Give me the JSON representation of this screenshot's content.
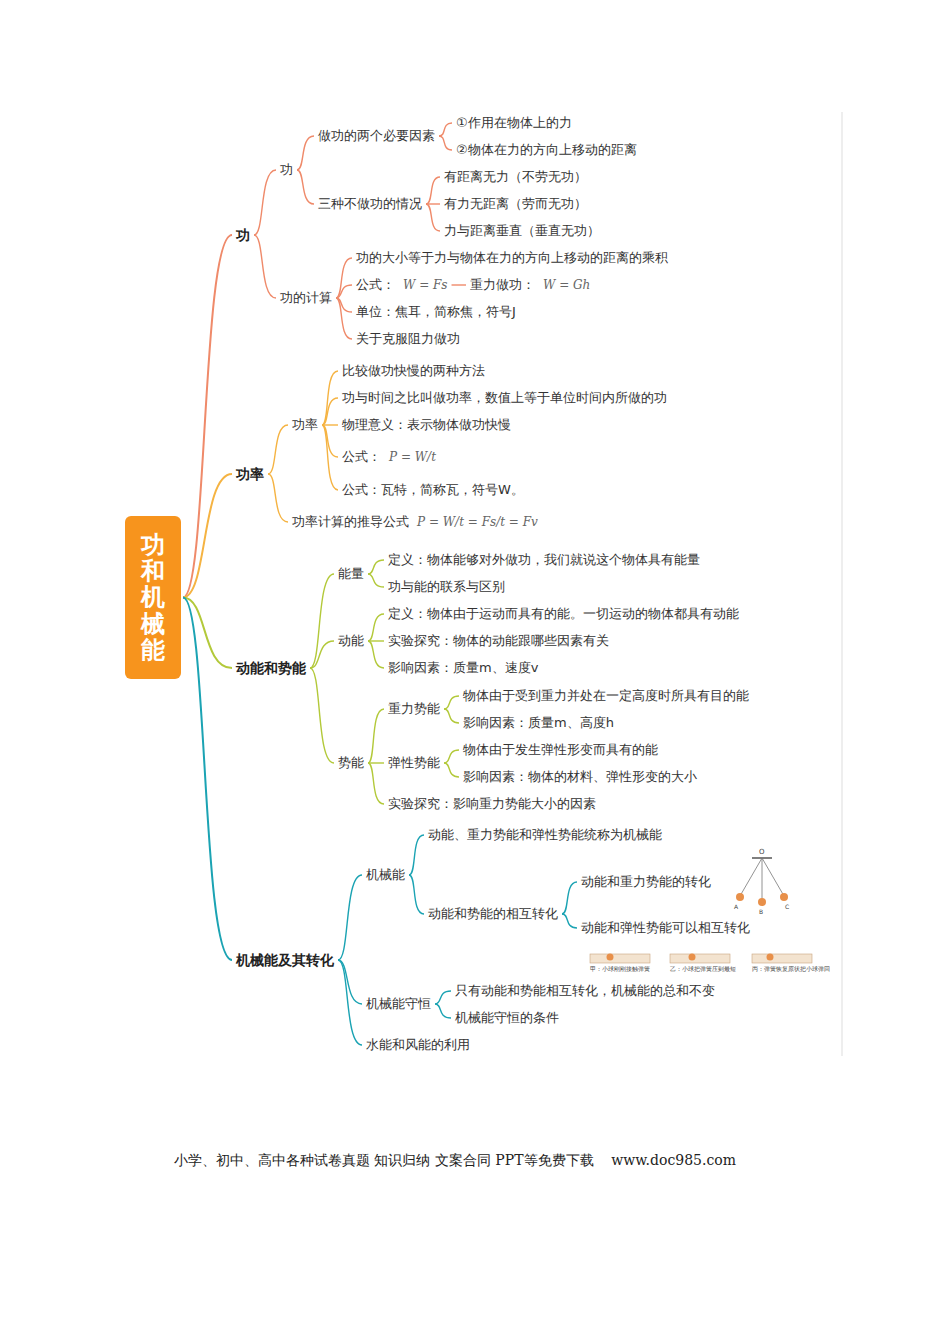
{
  "diagram": {
    "nodes": [
      {
        "text": [
          "功和机械能"
        ]
      },
      {
        "text": [
          "功"
        ]
      },
      {
        "text": [
          "功"
        ]
      },
      {
        "text": [
          "做功的两个必要因素"
        ]
      },
      {
        "text": [
          "①作用在物体上的力"
        ]
      },
      {
        "text": [
          "②物体在力的方向上移动的距离"
        ]
      },
      {
        "text": [
          "三种不做功的情况"
        ]
      },
      {
        "text": [
          "有距离无力（不劳无功）"
        ]
      },
      {
        "text": [
          "有力无距离（劳而无功）"
        ]
      },
      {
        "text": [
          "力与距离垂直（垂直无功）"
        ]
      },
      {
        "text": [
          "功的计算"
        ]
      },
      {
        "text": [
          "功的大小等于力与物体在力的方向上移动的距离的乘积"
        ]
      },
      {
        "text": [
          "公式：",
          "W = Fs"
        ]
      },
      {
        "text": [
          "重力做功：",
          "W = Gh"
        ]
      },
      {
        "text": [
          "单位：焦耳，简称焦，符号J"
        ]
      },
      {
        "text": [
          "关于克服阻力做功"
        ]
      },
      {
        "text": [
          "功率"
        ]
      },
      {
        "text": [
          "功率"
        ]
      },
      {
        "text": [
          "比较做功快慢的两种方法"
        ]
      },
      {
        "text": [
          "功与时间之比叫做功率，数值上等于单位时间内所做的功"
        ]
      },
      {
        "text": [
          "物理意义：表示物体做功快慢"
        ]
      },
      {
        "text": [
          "公式：",
          "P = W/t"
        ]
      },
      {
        "text": [
          "公式：瓦特，简称瓦，符号W。"
        ]
      },
      {
        "text": [
          "功率计算的推导公式",
          "P = W/t = Fs/t = Fv"
        ]
      },
      {
        "text": [
          "动能和势能"
        ]
      },
      {
        "text": [
          "能量"
        ]
      },
      {
        "text": [
          "定义：物体能够对外做功，我们就说这个物体具有能量"
        ]
      },
      {
        "text": [
          "功与能的联系与区别"
        ]
      },
      {
        "text": [
          "动能"
        ]
      },
      {
        "text": [
          "定义：物体由于运动而具有的能。一切运动的物体都具有动能"
        ]
      },
      {
        "text": [
          "实验探究：物体的动能跟哪些因素有关"
        ]
      },
      {
        "text": [
          "影响因素：质量m、速度v"
        ]
      },
      {
        "text": [
          "势能"
        ]
      },
      {
        "text": [
          "重力势能"
        ]
      },
      {
        "text": [
          "物体由于受到重力并处在一定高度时所具有目的能"
        ]
      },
      {
        "text": [
          "影响因素：质量m、高度h"
        ]
      },
      {
        "text": [
          "弹性势能"
        ]
      },
      {
        "text": [
          "物体由于发生弹性形变而具有的能"
        ]
      },
      {
        "text": [
          "影响因素：物体的材料、弹性形变的大小"
        ]
      },
      {
        "text": [
          "实验探究：影响重力势能大小的因素"
        ]
      },
      {
        "text": [
          "机械能及其转化"
        ]
      },
      {
        "text": [
          "机械能"
        ]
      },
      {
        "text": [
          "动能、重力势能和弹性势能统称为机械能"
        ]
      },
      {
        "text": [
          "动能和势能的相互转化"
        ]
      },
      {
        "text": [
          "动能和重力势能的转化"
        ]
      },
      {
        "text": [
          "动能和弹性势能可以相互转化"
        ]
      },
      {
        "text": [
          "机械能守恒"
        ]
      },
      {
        "text": [
          "只有动能和势能相互转化，机械能的总和不变"
        ]
      },
      {
        "text": [
          "机械能守恒的条件"
        ]
      },
      {
        "text": [
          "水能和风能的利用"
        ]
      }
    ],
    "edges": [
      {
        "from": 0,
        "to": 1,
        "arrow": "none"
      },
      {
        "from": 1,
        "to": 2,
        "arrow": "none"
      },
      {
        "from": 2,
        "to": 3,
        "arrow": "none"
      },
      {
        "from": 3,
        "to": 4,
        "arrow": "none"
      },
      {
        "from": 3,
        "to": 5,
        "arrow": "none"
      },
      {
        "from": 2,
        "to": 6,
        "arrow": "none"
      },
      {
        "from": 6,
        "to": 7,
        "arrow": "none"
      },
      {
        "from": 6,
        "to": 8,
        "arrow": "none"
      },
      {
        "from": 6,
        "to": 9,
        "arrow": "none"
      },
      {
        "from": 1,
        "to": 10,
        "arrow": "none"
      },
      {
        "from": 10,
        "to": 11,
        "arrow": "none"
      },
      {
        "from": 10,
        "to": 12,
        "arrow": "none"
      },
      {
        "from": 12,
        "to": 13,
        "arrow": "none"
      },
      {
        "from": 10,
        "to": 14,
        "arrow": "none"
      },
      {
        "from": 10,
        "to": 15,
        "arrow": "none"
      },
      {
        "from": 0,
        "to": 16,
        "arrow": "none"
      },
      {
        "from": 16,
        "to": 17,
        "arrow": "none"
      },
      {
        "from": 17,
        "to": 18,
        "arrow": "none"
      },
      {
        "from": 17,
        "to": 19,
        "arrow": "none"
      },
      {
        "from": 17,
        "to": 20,
        "arrow": "none"
      },
      {
        "from": 17,
        "to": 21,
        "arrow": "none"
      },
      {
        "from": 17,
        "to": 22,
        "arrow": "none"
      },
      {
        "from": 16,
        "to": 23,
        "arrow": "none"
      },
      {
        "from": 0,
        "to": 24,
        "arrow": "none"
      },
      {
        "from": 24,
        "to": 25,
        "arrow": "none"
      },
      {
        "from": 25,
        "to": 26,
        "arrow": "none"
      },
      {
        "from": 25,
        "to": 27,
        "arrow": "none"
      },
      {
        "from": 24,
        "to": 28,
        "arrow": "none"
      },
      {
        "from": 28,
        "to": 29,
        "arrow": "none"
      },
      {
        "from": 28,
        "to": 30,
        "arrow": "none"
      },
      {
        "from": 28,
        "to": 31,
        "arrow": "none"
      },
      {
        "from": 24,
        "to": 32,
        "arrow": "none"
      },
      {
        "from": 32,
        "to": 33,
        "arrow": "none"
      },
      {
        "from": 33,
        "to": 34,
        "arrow": "none"
      },
      {
        "from": 33,
        "to": 35,
        "arrow": "none"
      },
      {
        "from": 32,
        "to": 36,
        "arrow": "none"
      },
      {
        "from": 36,
        "to": 37,
        "arrow": "none"
      },
      {
        "from": 36,
        "to": 38,
        "arrow": "none"
      },
      {
        "from": 32,
        "to": 39,
        "arrow": "none"
      },
      {
        "from": 0,
        "to": 40,
        "arrow": "none"
      },
      {
        "from": 40,
        "to": 41,
        "arrow": "none"
      },
      {
        "from": 41,
        "to": 42,
        "arrow": "none"
      },
      {
        "from": 41,
        "to": 43,
        "arrow": "none"
      },
      {
        "from": 43,
        "to": 44,
        "arrow": "none"
      },
      {
        "from": 43,
        "to": 45,
        "arrow": "none"
      },
      {
        "from": 40,
        "to": 46,
        "arrow": "none"
      },
      {
        "from": 46,
        "to": 47,
        "arrow": "none"
      },
      {
        "from": 46,
        "to": 48,
        "arrow": "none"
      },
      {
        "from": 40,
        "to": 49,
        "arrow": "none"
      }
    ],
    "labels": [
      "O",
      "A",
      "B",
      "C",
      "甲：小球刚刚接触弹簧",
      "乙：小球把弹簧压到最短",
      "丙：弹簧恢复原状把小球弹回",
      "小学、初中、高中各种试卷真题 知识归纳 文案合同 PPT等免费下载    www.doc985.com"
    ]
  }
}
